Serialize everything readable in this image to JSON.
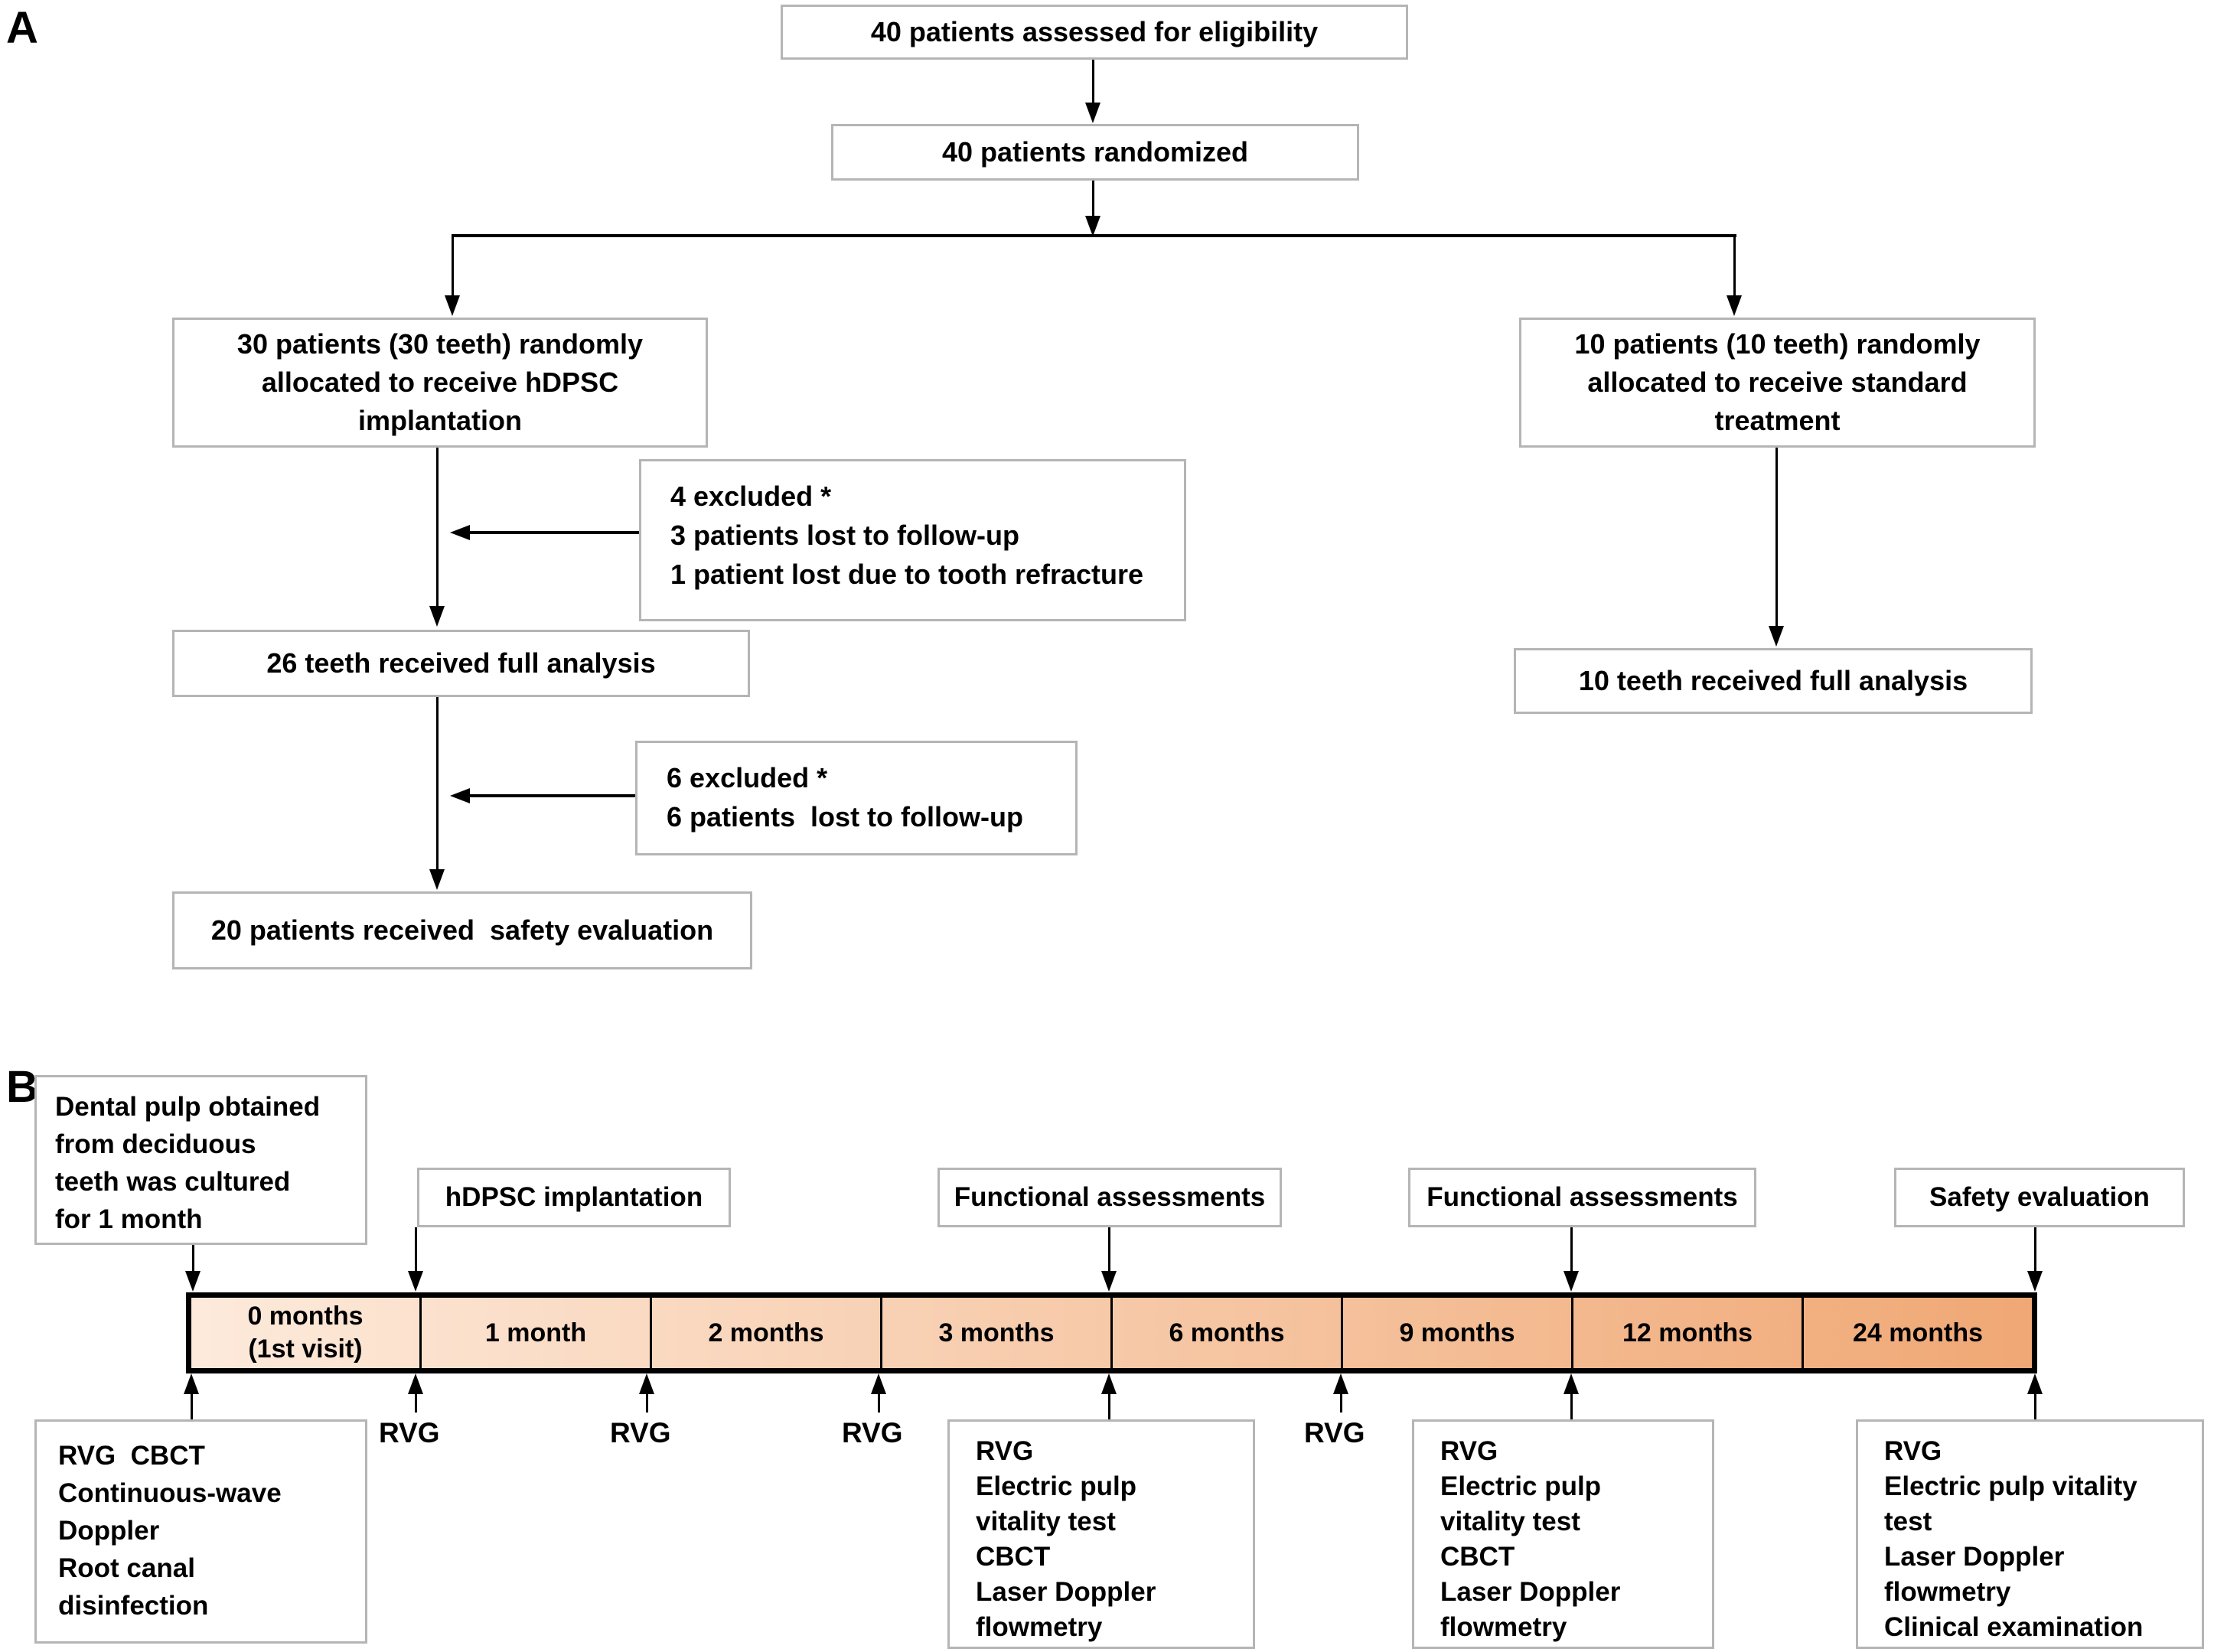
{
  "colors": {
    "bar_gradient_start": "#fdeadb",
    "bar_gradient_end": "#f0a875",
    "box_border": "#b5b5b5",
    "line": "#000000"
  },
  "panel_a": {
    "label": "A",
    "eligibility": "40 patients assessed for eligibility",
    "randomized": "40 patients randomized",
    "alloc_hdpsc": "30 patients (30 teeth) randomly\nallocated to receive hDPSC\nimplantation",
    "alloc_standard": "10 patients (10 teeth) randomly\nallocated to receive standard\ntreatment",
    "excluded_1": "4 excluded *\n3 patients lost to follow-up\n1 patient lost due to tooth refracture",
    "full_analysis_hdpsc": "26 teeth received full analysis",
    "excluded_2": "6 excluded *\n6 patients  lost to follow-up",
    "safety_evaluation": "20 patients received  safety evaluation",
    "full_analysis_standard": "10 teeth received full analysis"
  },
  "panel_b": {
    "label": "B",
    "dental_pulp": "Dental pulp obtained\nfrom deciduous\nteeth was cultured\nfor 1 month",
    "hdpsc_implantation": "hDPSC implantation",
    "functional_assessments_1": "Functional assessments",
    "functional_assessments_2": "Functional assessments",
    "safety_evaluation": "Safety evaluation",
    "timeline_segments": [
      {
        "label": "0 months\n(1st visit)"
      },
      {
        "label": "1 month"
      },
      {
        "label": "2 months"
      },
      {
        "label": "3 months"
      },
      {
        "label": "6 months"
      },
      {
        "label": "9 months"
      },
      {
        "label": "12 months"
      },
      {
        "label": "24 months"
      }
    ],
    "rvg_marks": [
      {
        "label": "RVG"
      },
      {
        "label": "RVG"
      },
      {
        "label": "RVG"
      },
      {
        "label": "RVG"
      }
    ],
    "baseline_tests": "RVG  CBCT\nContinuous-wave\nDoppler\nRoot canal\ndisinfection",
    "assessments_3_6": "RVG\nElectric pulp\nvitality test\nCBCT\nLaser Doppler\nflowmetry",
    "assessments_9_12": "RVG\nElectric pulp\nvitality test\nCBCT\nLaser Doppler\nflowmetry",
    "safety_tests": "RVG\nElectric pulp vitality\ntest\nLaser Doppler\nflowmetry\nClinical examination"
  }
}
